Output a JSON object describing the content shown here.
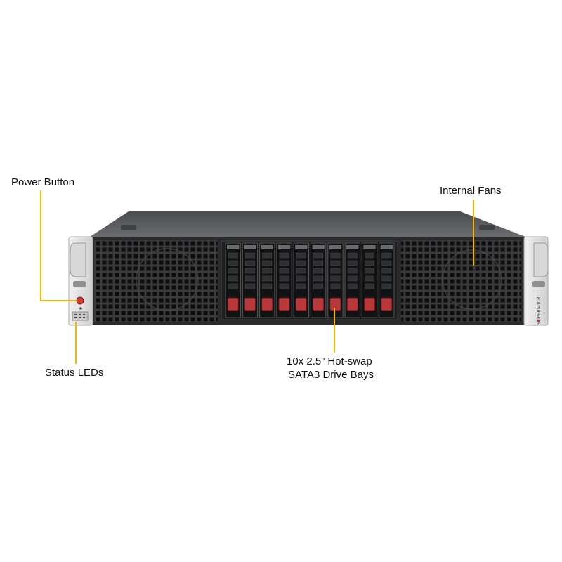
{
  "callouts": {
    "power_button": "Power Button",
    "internal_fans": "Internal Fans",
    "status_leds": "Status LEDs",
    "drive_bays_line1": "10x 2.5” Hot-swap",
    "drive_bays_line2": "SATA3 Drive Bays"
  },
  "server": {
    "drive_bay_count": 10,
    "brand_mark": "SUPERMICR"
  },
  "colors": {
    "callout_line": "#f5b400",
    "chassis_top": "#5d5f62",
    "front_panel": "#2a2b2d",
    "bezel": "#e2e2e2",
    "drive_latch": "#b8383c",
    "power_led": "#d23a2a"
  }
}
